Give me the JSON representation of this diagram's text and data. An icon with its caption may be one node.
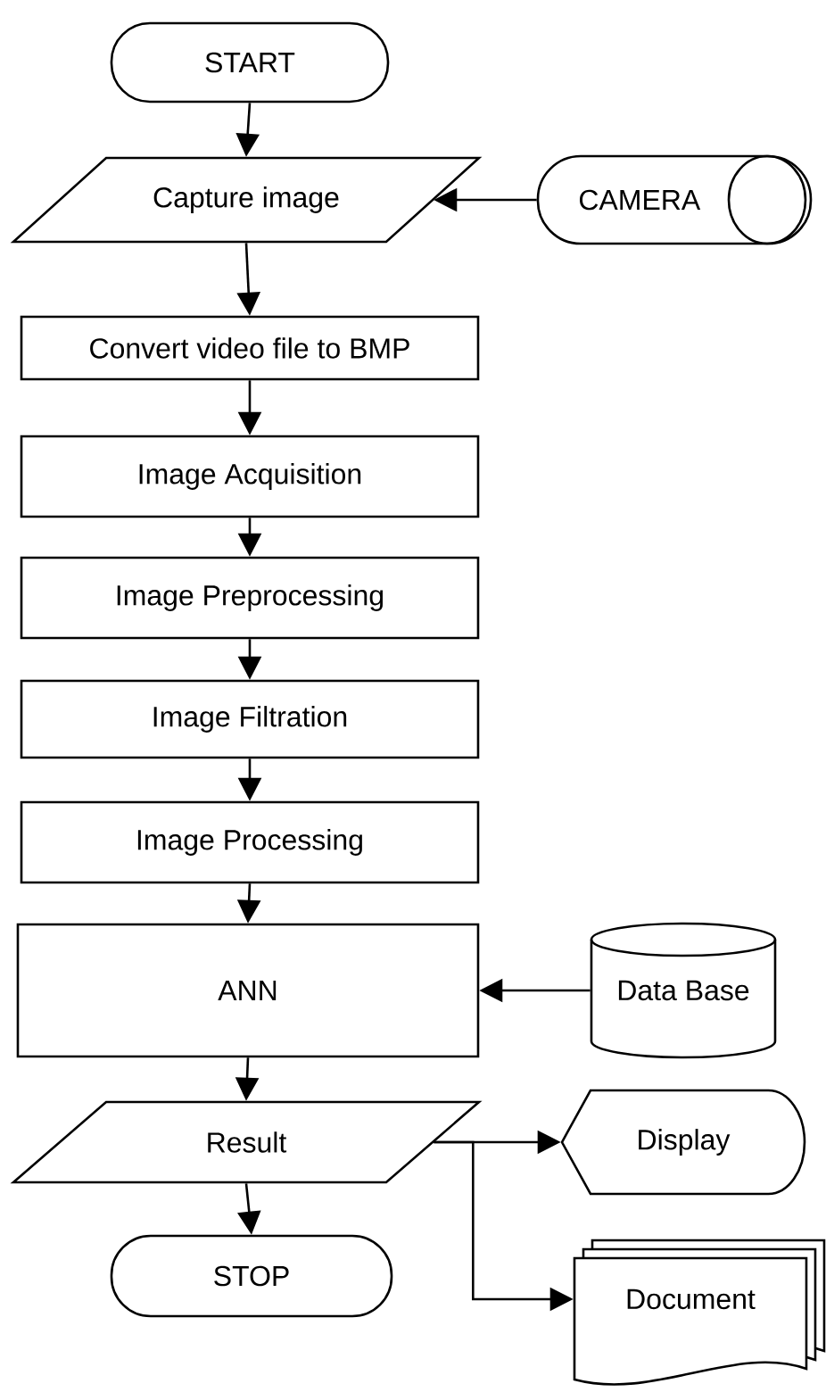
{
  "diagram": {
    "nodes": [
      {
        "text": [
          "START"
        ]
      },
      {
        "text": [
          "Capture image"
        ]
      },
      {
        "text": [
          "CAMERA"
        ]
      },
      {
        "text": [
          "Convert video file to BMP"
        ]
      },
      {
        "text": [
          "Image Acquisition"
        ]
      },
      {
        "text": [
          "Image Preprocessing"
        ]
      },
      {
        "text": [
          "Image Filtration"
        ]
      },
      {
        "text": [
          "Image Processing"
        ]
      },
      {
        "text": [
          "ANN"
        ]
      },
      {
        "text": [
          "Data Base"
        ]
      },
      {
        "text": [
          "Result"
        ]
      },
      {
        "text": [
          "Display"
        ]
      },
      {
        "text": [
          "STOP"
        ]
      },
      {
        "text": [
          "Document"
        ]
      }
    ],
    "edges": [
      {
        "from": 0,
        "to": 1,
        "arrow": "to"
      },
      {
        "from": 2,
        "to": 1,
        "arrow": "to"
      },
      {
        "from": 1,
        "to": 3,
        "arrow": "to"
      },
      {
        "from": 3,
        "to": 4,
        "arrow": "to"
      },
      {
        "from": 4,
        "to": 5,
        "arrow": "to"
      },
      {
        "from": 5,
        "to": 6,
        "arrow": "to"
      },
      {
        "from": 6,
        "to": 7,
        "arrow": "to"
      },
      {
        "from": 7,
        "to": 8,
        "arrow": "to"
      },
      {
        "from": 9,
        "to": 8,
        "arrow": "to"
      },
      {
        "from": 8,
        "to": 10,
        "arrow": "to"
      },
      {
        "from": 10,
        "to": 11,
        "arrow": "to"
      },
      {
        "from": 10,
        "to": 13,
        "arrow": "to"
      },
      {
        "from": 10,
        "to": 12,
        "arrow": "to"
      }
    ]
  }
}
